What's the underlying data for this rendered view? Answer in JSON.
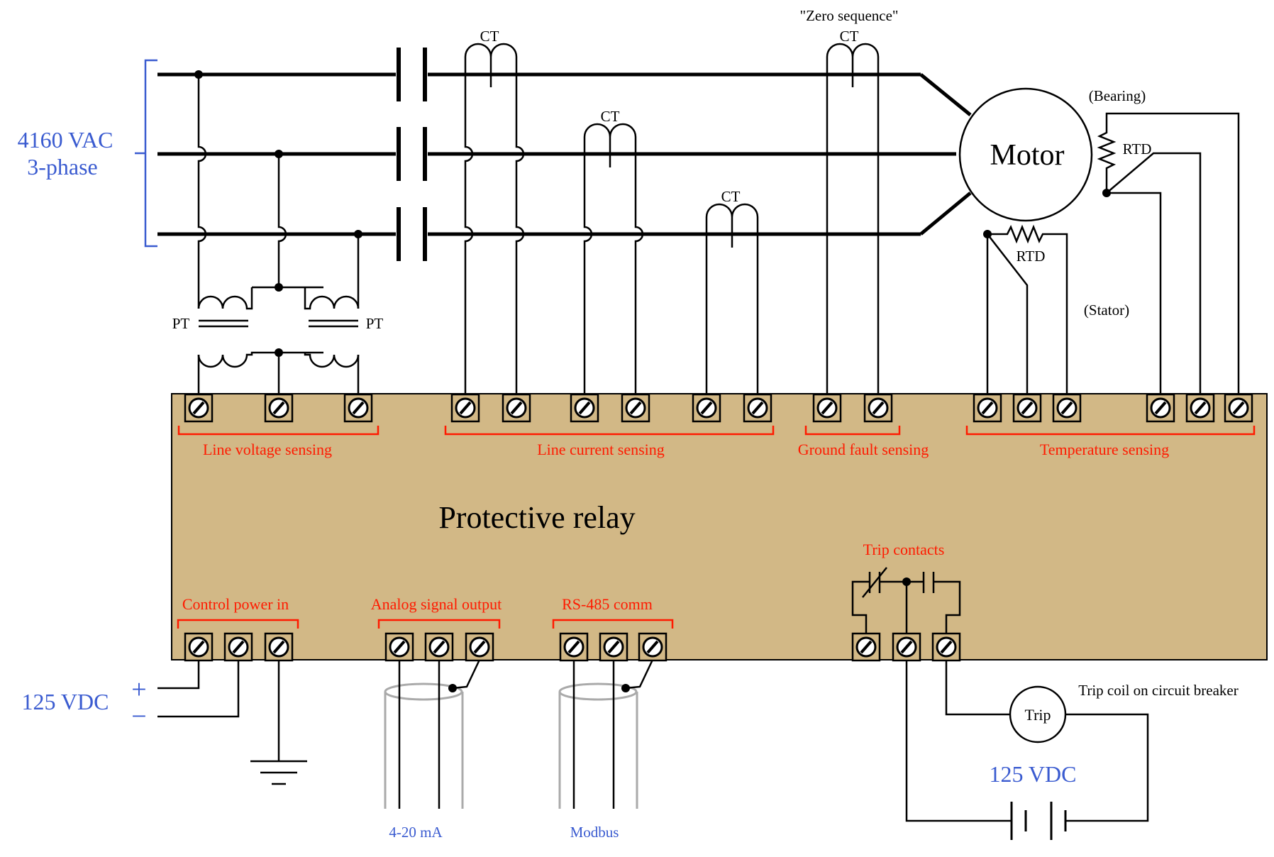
{
  "supply": {
    "voltage": "4160 VAC",
    "phase": "3-phase"
  },
  "labels": {
    "ct": "CT",
    "zero_sequence": "\"Zero sequence\"",
    "pt": "PT",
    "motor": "Motor",
    "rtd": "RTD",
    "bearing": "(Bearing)",
    "stator": "(Stator)"
  },
  "relay": {
    "title": "Protective relay",
    "groups": {
      "line_voltage": "Line voltage sensing",
      "line_current": "Line current sensing",
      "ground_fault": "Ground fault sensing",
      "temperature": "Temperature sensing",
      "trip_contacts": "Trip contacts",
      "control_power": "Control power in",
      "analog_output": "Analog signal output",
      "rs485": "RS-485 comm"
    }
  },
  "dc_supply": {
    "voltage": "125 VDC",
    "plus": "+",
    "minus": "−"
  },
  "trip_circuit": {
    "coil_label": "Trip",
    "description": "Trip coil on circuit breaker",
    "voltage": "125 VDC"
  },
  "signals": {
    "analog": "4-20 mA",
    "comm": "Modbus"
  },
  "colors": {
    "relay_body": "#d2b886",
    "annotation_red": "#ff1a00",
    "annotation_blue": "#3a5bd0",
    "wire": "#000000"
  }
}
